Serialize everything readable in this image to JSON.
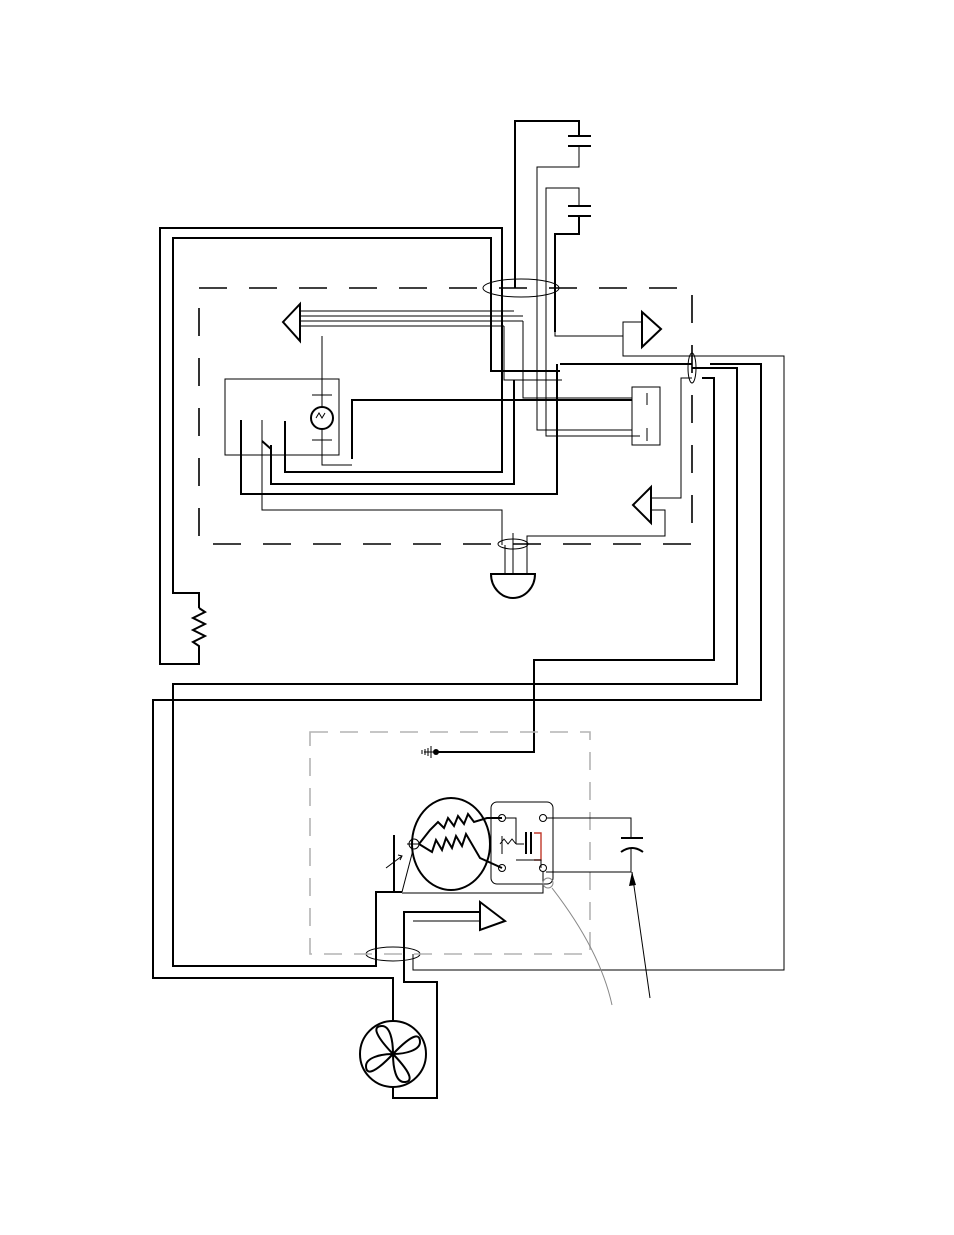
{
  "diagram": {
    "kind": "refrigeration-wiring-schematic",
    "colors": {
      "line": "#000000",
      "background": "#ffffff",
      "enclosure_dash": "#000000",
      "compressor_box_dash": "#b4b4b4",
      "leader_line": "#888888",
      "relay_contact": "#c0392b"
    },
    "components": [
      {
        "id": "run-capacitor-top",
        "icon": "capacitor-icon"
      },
      {
        "id": "run-capacitor-second",
        "icon": "capacitor-icon"
      },
      {
        "id": "plug-connector-top",
        "icon": "plug-connector-icon"
      },
      {
        "id": "plug-connector-right",
        "icon": "plug-connector-icon"
      },
      {
        "id": "plug-connector-lower",
        "icon": "plug-connector-icon"
      },
      {
        "id": "thermostat-lamp",
        "icon": "lamp-icon"
      },
      {
        "id": "switch-block",
        "icon": "switch-icon"
      },
      {
        "id": "grommet",
        "icon": "grommet-icon"
      },
      {
        "id": "heater-resistor",
        "icon": "resistor-icon"
      },
      {
        "id": "ground",
        "icon": "ground-icon"
      },
      {
        "id": "compressor-motor",
        "icon": "compressor-icon"
      },
      {
        "id": "start-relay",
        "icon": "relay-icon"
      },
      {
        "id": "overload-protector",
        "icon": "overload-icon"
      },
      {
        "id": "start-capacitor",
        "icon": "capacitor-icon"
      },
      {
        "id": "condenser-fan",
        "icon": "fan-icon"
      },
      {
        "id": "fan-connector",
        "icon": "plug-connector-icon"
      }
    ]
  }
}
